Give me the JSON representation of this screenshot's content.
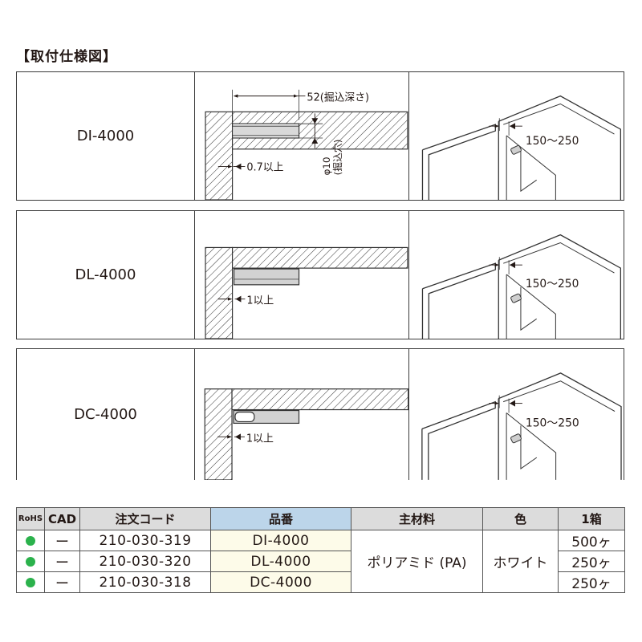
{
  "title": "【取付仕様図】",
  "rows": [
    {
      "model": "DI-4000",
      "dim_depth": "52(掘込深さ)",
      "dim_clear": "0.7以上",
      "dim_dia": "φ10",
      "dim_dia_note": "(掘込穴)",
      "iso_dim": "150〜250"
    },
    {
      "model": "DL-4000",
      "dim_clear": "1以上",
      "iso_dim": "150〜250"
    },
    {
      "model": "DC-4000",
      "dim_clear": "1以上",
      "iso_dim": "150〜250"
    }
  ],
  "table": {
    "headers": {
      "rohs": "RoHS",
      "cad": "CAD",
      "order_code": "注文コード",
      "part_no": "品番",
      "material": "主材料",
      "color": "色",
      "box": "1箱"
    },
    "material": "ポリアミド (PA)",
    "color_value": "ホワイト",
    "items": [
      {
        "cad": "ー",
        "order_code": "210-030-319",
        "part_no": "DI-4000",
        "box": "500ヶ"
      },
      {
        "cad": "ー",
        "order_code": "210-030-320",
        "part_no": "DL-4000",
        "box": "250ヶ"
      },
      {
        "cad": "ー",
        "order_code": "210-030-318",
        "part_no": "DC-4000",
        "box": "250ヶ"
      }
    ],
    "rohs_color": "#2bb24c"
  }
}
